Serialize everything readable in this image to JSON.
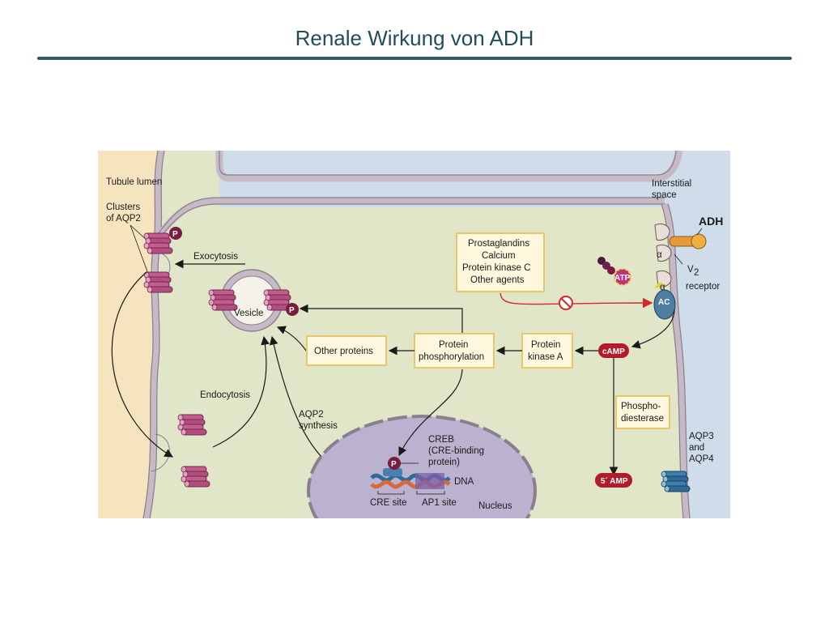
{
  "slide": {
    "title": "Renale Wirkung von ADH"
  },
  "diagram": {
    "regions": {
      "tubule_lumen": "Tubule lumen",
      "interstitial_line1": "Interstitial",
      "interstitial_line2": "space"
    },
    "labels": {
      "clusters_line1": "Clusters",
      "clusters_line2": "of AQP2",
      "exocytosis": "Exocytosis",
      "vesicle": "Vesicle",
      "endocytosis": "Endocytosis",
      "aqp2_line1": "AQP2",
      "aqp2_line2": "synthesis",
      "creb_line1": "CREB",
      "creb_line2": "(CRE-binding",
      "creb_line3": "protein)",
      "dna": "DNA",
      "cre_site": "CRE site",
      "ap1_site": "AP1 site",
      "nucleus": "Nucleus",
      "adh": "ADH",
      "v2": "V",
      "v2_sub": "2",
      "receptor": "receptor",
      "alpha": "α",
      "ac": "AC",
      "atp": "ATP",
      "camp": "cAMP",
      "five_amp": "5´ AMP",
      "aqp34_line1": "AQP3",
      "aqp34_line2": "and",
      "aqp34_line3": "AQP4",
      "p": "P"
    },
    "boxes": {
      "inhibitors": [
        "Prostaglandins",
        "Calcium",
        "Protein kinase C",
        "Other agents"
      ],
      "other_proteins": "Other proteins",
      "protein_phos_line1": "Protein",
      "protein_phos_line2": "phosphorylation",
      "pka_line1": "Protein",
      "pka_line2": "kinase A",
      "pde_line1": "Phospho-",
      "pde_line2": "diesterase"
    },
    "colors": {
      "lumen": "#f6e4bf",
      "cell": "#e1e6c8",
      "interstitial": "#cfdcea",
      "membrane": "#8a7f8e",
      "membrane_fill": "#c7b9c5",
      "nucleus": "#bab2cf",
      "box_border": "#e8c76a",
      "box_fill": "#fff8df",
      "accent_red": "#b01c2a",
      "inhibit_arrow": "#d02a2a",
      "channel": "#c45d8e",
      "channel_blue": "#2e6b99",
      "phospho": "#7b1b3f",
      "adh": "#e89a3a"
    },
    "icons": [
      "aqp2-channel-icon",
      "phosphate-icon",
      "inhibition-icon",
      "atp-icon",
      "adh-hormone-icon",
      "v2-receptor-icon"
    ]
  }
}
